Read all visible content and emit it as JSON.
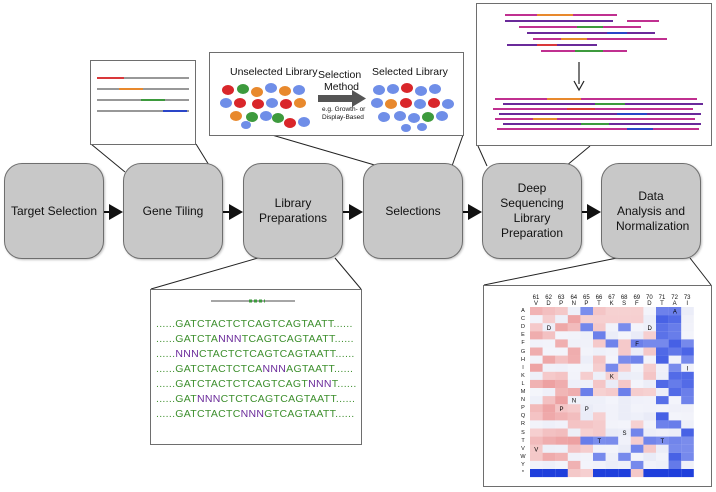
{
  "steps": [
    {
      "label": "Target Selection"
    },
    {
      "label": "Gene Tiling"
    },
    {
      "label": "Library Preparations"
    },
    {
      "label": "Selections"
    },
    {
      "label": "Deep Sequencing Library Preparation"
    },
    {
      "label": "Data Analysis and Normalization"
    }
  ],
  "selection_panel": {
    "unselected_label": "Unselected Library",
    "method_label_1": "Selection",
    "method_label_2": "Method",
    "method_note_1": "e.g. Growth- or",
    "method_note_2": "Display-Based",
    "selected_label": "Selected Library"
  },
  "library_panel": {
    "sequences": [
      {
        "pre": "......GATCTACTCTCAGTCAGTAATT",
        "nnn": "",
        "post": "",
        "tail": "......"
      },
      {
        "pre": "......GATCTA",
        "nnn": "NNN",
        "post": "TCAGTCAGTAATT",
        "tail": "......"
      },
      {
        "pre": "......",
        "nnn": "NNN",
        "post": "CTACTCTCAGTCAGTAATT",
        "tail": "......"
      },
      {
        "pre": "......GATCTACTCTCA",
        "nnn": "NNN",
        "post": "AGTAATT",
        "tail": "......"
      },
      {
        "pre": "......GATCTACTCTCAGTCAGT",
        "nnn": "NNN",
        "post": "T",
        "tail": "......"
      },
      {
        "pre": "......GAT",
        "nnn": "NNN",
        "post": "CTCTCAGTCAGTAATT",
        "tail": "......"
      },
      {
        "pre": "......GATCTACTC",
        "nnn": "NNN",
        "post": "GTCAGTAATT",
        "tail": "......"
      }
    ]
  },
  "heatmap": {
    "positions": [
      "61",
      "62",
      "63",
      "64",
      "65",
      "66",
      "67",
      "68",
      "69",
      "70",
      "71",
      "72",
      "73"
    ],
    "wildtype": [
      "V",
      "D",
      "P",
      "N",
      "P",
      "T",
      "K",
      "S",
      "F",
      "D",
      "T",
      "A",
      "I"
    ],
    "rows": [
      "A",
      "C",
      "D",
      "E",
      "F",
      "G",
      "H",
      "I",
      "K",
      "L",
      "M",
      "N",
      "P",
      "Q",
      "R",
      "S",
      "T",
      "V",
      "W",
      "Y",
      "*"
    ]
  },
  "colors": {
    "box_fill": "#c8c8c8",
    "box_border": "#6e6e6e",
    "dna_green": "#3d8f2d",
    "nnn_purple": "#6a2a9a",
    "heat_red": "#d9383a",
    "heat_blue": "#1f3fdc"
  }
}
